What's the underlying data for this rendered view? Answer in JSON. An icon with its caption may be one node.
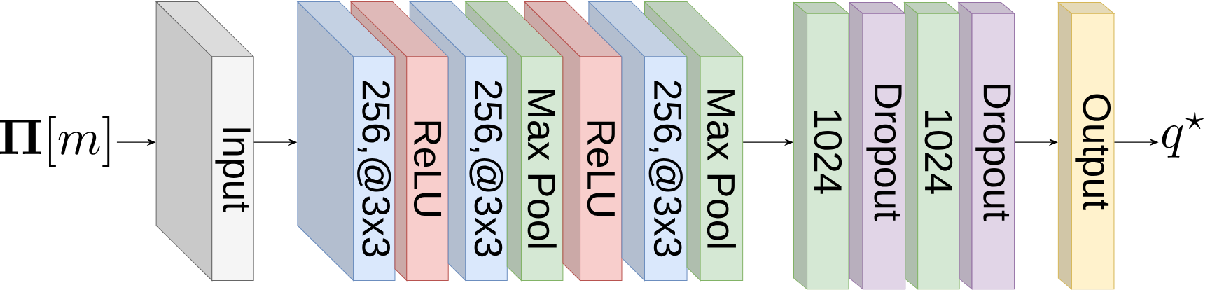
{
  "diagram": {
    "nodes": [
      {
        "text": [
          "\\mathbf{\\Pi}[m]"
        ]
      },
      {
        "text": [
          "Input"
        ]
      },
      {
        "text": [
          "256,@3x3"
        ]
      },
      {
        "text": [
          "ReLU"
        ]
      },
      {
        "text": [
          "256,@3x3"
        ]
      },
      {
        "text": [
          "Max Pool"
        ]
      },
      {
        "text": [
          "ReLU"
        ]
      },
      {
        "text": [
          "256,@3x3"
        ]
      },
      {
        "text": [
          "Max Pool"
        ]
      },
      {
        "text": [
          "1024"
        ]
      },
      {
        "text": [
          "Dropout"
        ]
      },
      {
        "text": [
          "1024"
        ]
      },
      {
        "text": [
          "Dropout"
        ]
      },
      {
        "text": [
          "Output"
        ]
      },
      {
        "text": [
          "q^{\\star}"
        ]
      }
    ],
    "edges": [
      {
        "from": 0,
        "to": 1,
        "arrow": "to"
      },
      {
        "from": 1,
        "to": 2,
        "arrow": "to"
      },
      {
        "from": 8,
        "to": 9,
        "arrow": "to"
      },
      {
        "from": 12,
        "to": 13,
        "arrow": "to"
      },
      {
        "from": 13,
        "to": 14,
        "arrow": "to"
      }
    ]
  }
}
